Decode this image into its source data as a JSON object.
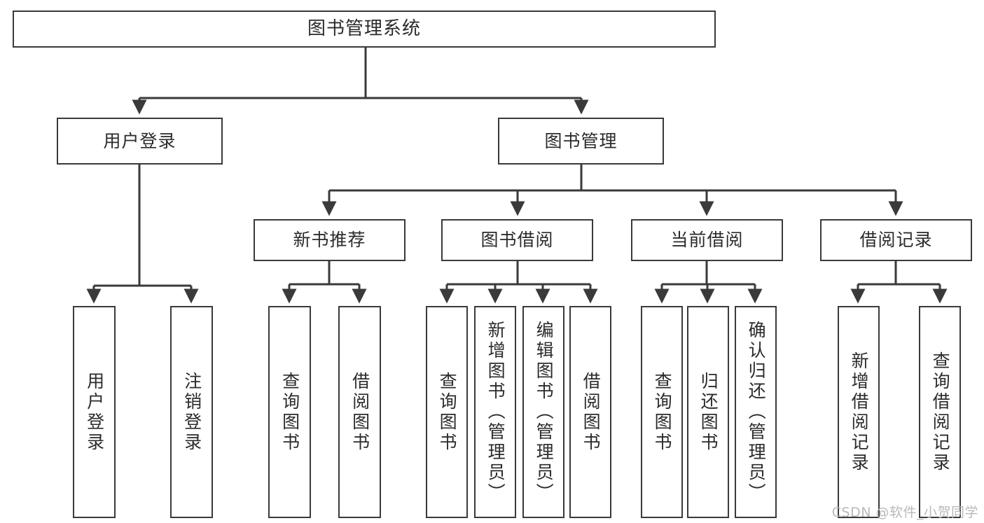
{
  "diagram": {
    "title": "图书管理系统",
    "type": "tree",
    "colors": {
      "stroke": "#3a3a3a",
      "fill": "#ffffff",
      "text": "#2b2b2b",
      "watermark": "#b9b9b9"
    },
    "levels": {
      "root": {
        "label": "图书管理系统"
      },
      "level2": [
        {
          "label": "用户登录"
        },
        {
          "label": "图书管理"
        }
      ],
      "level3": [
        {
          "label": "新书推荐"
        },
        {
          "label": "图书借阅"
        },
        {
          "label": "当前借阅"
        },
        {
          "label": "借阅记录"
        }
      ],
      "leaves": {
        "user_login": [
          {
            "label": "用户登录"
          },
          {
            "label": "注销登录"
          }
        ],
        "new_book_recommend": [
          {
            "label": "查询图书"
          },
          {
            "label": "借阅图书"
          }
        ],
        "book_borrow": [
          {
            "label": "查询图书"
          },
          {
            "label": "新增图书（管理员）"
          },
          {
            "label": "编辑图书（管理员）"
          },
          {
            "label": "借阅图书"
          }
        ],
        "current_borrow": [
          {
            "label": "查询图书"
          },
          {
            "label": "归还图书"
          },
          {
            "label": "确认归还（管理员）"
          }
        ],
        "borrow_record": [
          {
            "label": "新增借阅记录"
          },
          {
            "label": "查询借阅记录"
          }
        ]
      }
    }
  },
  "watermark": {
    "text": "CSDN @软件_小贺同学"
  }
}
